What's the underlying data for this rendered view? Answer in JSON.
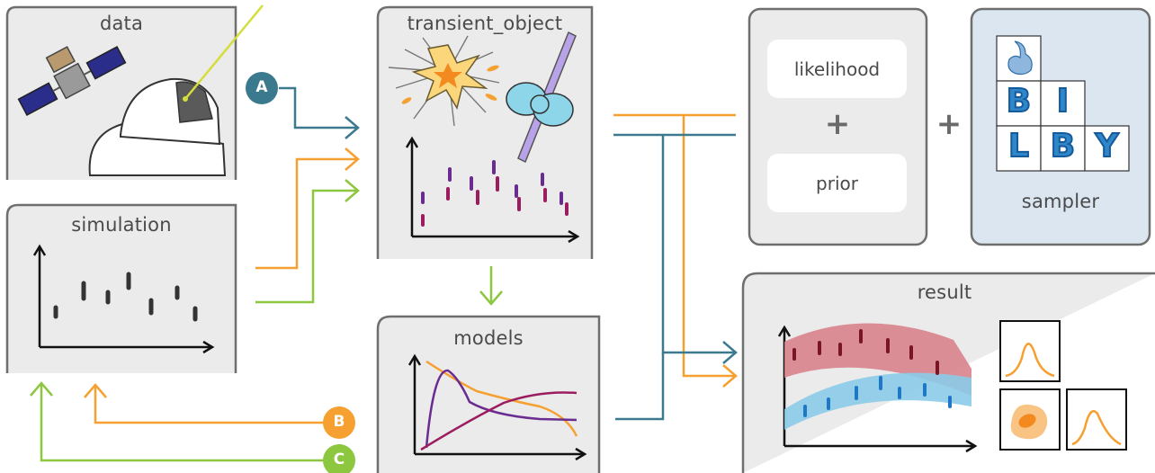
{
  "panels": {
    "data": {
      "title": "data"
    },
    "simulation": {
      "title": "simulation"
    },
    "transient_object": {
      "title": "transient_object"
    },
    "models": {
      "title": "models"
    },
    "likelihood_prior": {
      "likelihood": "likelihood",
      "plus": "+",
      "prior": "prior"
    },
    "sampler": {
      "title": "sampler",
      "logo_letters": [
        "B",
        "I",
        "L",
        "B",
        "Y"
      ]
    },
    "result": {
      "title": "result"
    }
  },
  "between_plus": "+",
  "badges": {
    "a": "A",
    "b": "B",
    "c": "C"
  },
  "colors": {
    "panel_bg": "#ebebeb",
    "panel_border": "#6e6e6e",
    "sampler_bg": "#dbe6f0",
    "teal": "#3b7a8e",
    "orange": "#f5a030",
    "green": "#8dc63f",
    "purple": "#6a2c91",
    "magenta": "#9b1d5f",
    "dark_red_band": "#d9838c",
    "blue_band": "#8ccbe8"
  }
}
